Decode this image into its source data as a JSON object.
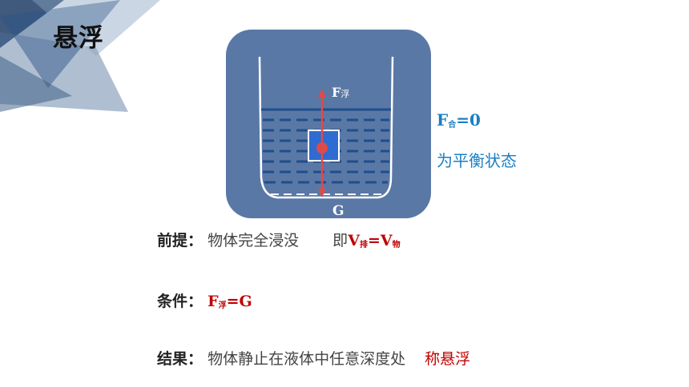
{
  "title": "悬浮",
  "diagram": {
    "force_up_main": "F",
    "force_up_sub": "浮",
    "force_down": "G"
  },
  "net_force": {
    "main": "F",
    "sub": "合",
    "rest": "=0"
  },
  "balance_text": "为平衡状态",
  "premise": {
    "label": "前提：",
    "value": "物体完全浸没",
    "extra_prefix": "即",
    "v1": "V",
    "v1_sub": "排",
    "eq": "=",
    "v2": "V",
    "v2_sub": "物"
  },
  "condition": {
    "label": "条件：",
    "f": "F",
    "f_sub": "浮",
    "rest": "=G"
  },
  "result": {
    "label": "结果：",
    "value": "物体静止在液体中任意深度处",
    "highlight": "称悬浮"
  }
}
